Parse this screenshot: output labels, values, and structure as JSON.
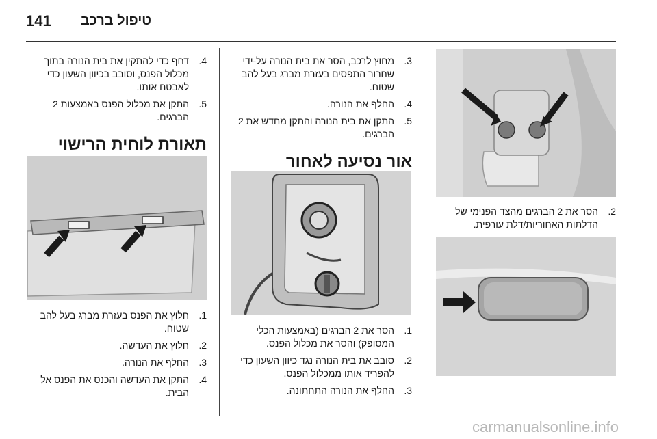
{
  "header": {
    "page_number": "141",
    "section_title": "טיפול ברכב"
  },
  "col_right": {
    "figure1_alt": "",
    "item2": {
      "num": ".2",
      "text": "הסר את 2 הברגים מהצד הפנימי של הדלתות האחוריות/דלת עורפית."
    }
  },
  "col_middle": {
    "items_top": [
      {
        "num": ".3",
        "text": "מחוץ לרכב, הסר את בית הנורה על-ידי שחרור התפסים בעזרת מברג בעל להב שטוח."
      },
      {
        "num": ".4",
        "text": "החלף את הנורה."
      },
      {
        "num": ".5",
        "text": "התקן את בית הנורה והתקן מחדש את 2 הברגים."
      }
    ],
    "heading": "אור נסיעה לאחור",
    "items_bottom": [
      {
        "num": ".1",
        "text": "הסר את 2 הברגים (באמצעות הכלי המסופק) והסר את מכלול הפנס."
      },
      {
        "num": ".2",
        "text": "סובב את בית הנורה נגד כיוון השעון כדי להפריד אותו ממכלול הפנס."
      },
      {
        "num": ".3",
        "text": "החלף את הנורה התחתונה."
      }
    ]
  },
  "col_left": {
    "items_top": [
      {
        "num": ".4",
        "text": "דחף כדי להתקין את בית הנורה בתוך מכלול הפנס, וסובב בכיוון השעון כדי לאבטח אותו."
      },
      {
        "num": ".5",
        "text": "התקן את מכלול הפנס באמצעות 2 הברגים."
      }
    ],
    "heading": "תאורת לוחית הרישוי",
    "items_bottom": [
      {
        "num": ".1",
        "text": "חלוץ את הפנס בעזרת מברג בעל להב שטוח."
      },
      {
        "num": ".2",
        "text": "חלוץ את העדשה."
      },
      {
        "num": ".3",
        "text": "החלף את הנורה."
      },
      {
        "num": ".4",
        "text": "התקן את העדשה והכנס את הפנס אל הבית."
      }
    ]
  },
  "watermark": "carmanualsonline.info",
  "colors": {
    "figure_bg": "#d9d9d9",
    "arrow": "#1a1a1a",
    "text": "#1a1a1a",
    "watermark": "#b8b8b8"
  }
}
